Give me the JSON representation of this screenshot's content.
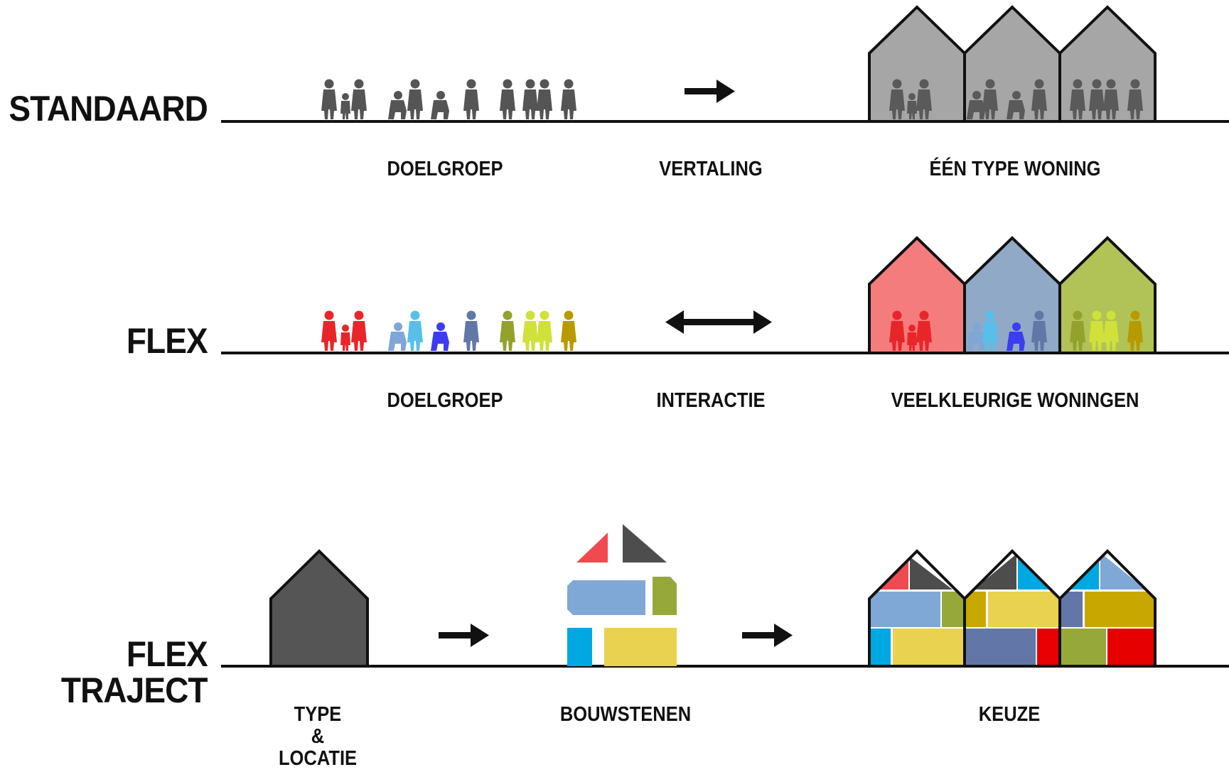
{
  "rows": {
    "standaard": {
      "title": "STANDAARD",
      "labels": {
        "left": "DOELGROEP",
        "middle": "VERTALING",
        "right": "ÉÉN TYPE WONING"
      },
      "arrow": "single",
      "figure_color": "#555555",
      "house_fill": "#a6a6a6"
    },
    "flex": {
      "title": "FLEX",
      "labels": {
        "left": "DOELGROEP",
        "middle": "INTERACTIE",
        "right": "VEELKLEURIGE WONINGEN"
      },
      "arrow": "double",
      "figure_colors": [
        "#e8262a",
        "#7fa6d6",
        "#56c0ea",
        "#3c3cf2",
        "#6177a6",
        "#94a22d",
        "#cfe13a",
        "#b89a00"
      ],
      "house_fills": [
        "#f47c7c",
        "#8fa9c6",
        "#b1c256"
      ]
    },
    "flex_traject": {
      "title_line1": "FLEX",
      "title_line2": "TRAJECT",
      "labels": {
        "left_line1": "TYPE",
        "left_line2": "&",
        "left_line3": "LOCATIE",
        "middle": "BOUWSTENEN",
        "right": "KEUZE"
      },
      "type_house_fill": "#555555"
    }
  },
  "palette": {
    "red": "#ef4a50",
    "dark_gray": "#4d4d4d",
    "light_blue": "#80a8d6",
    "olive": "#97a83a",
    "cyan": "#00a8e2",
    "yellow": "#e8d24f",
    "mustard": "#c8a800",
    "slate": "#6277a8",
    "bright_red": "#e60000"
  }
}
